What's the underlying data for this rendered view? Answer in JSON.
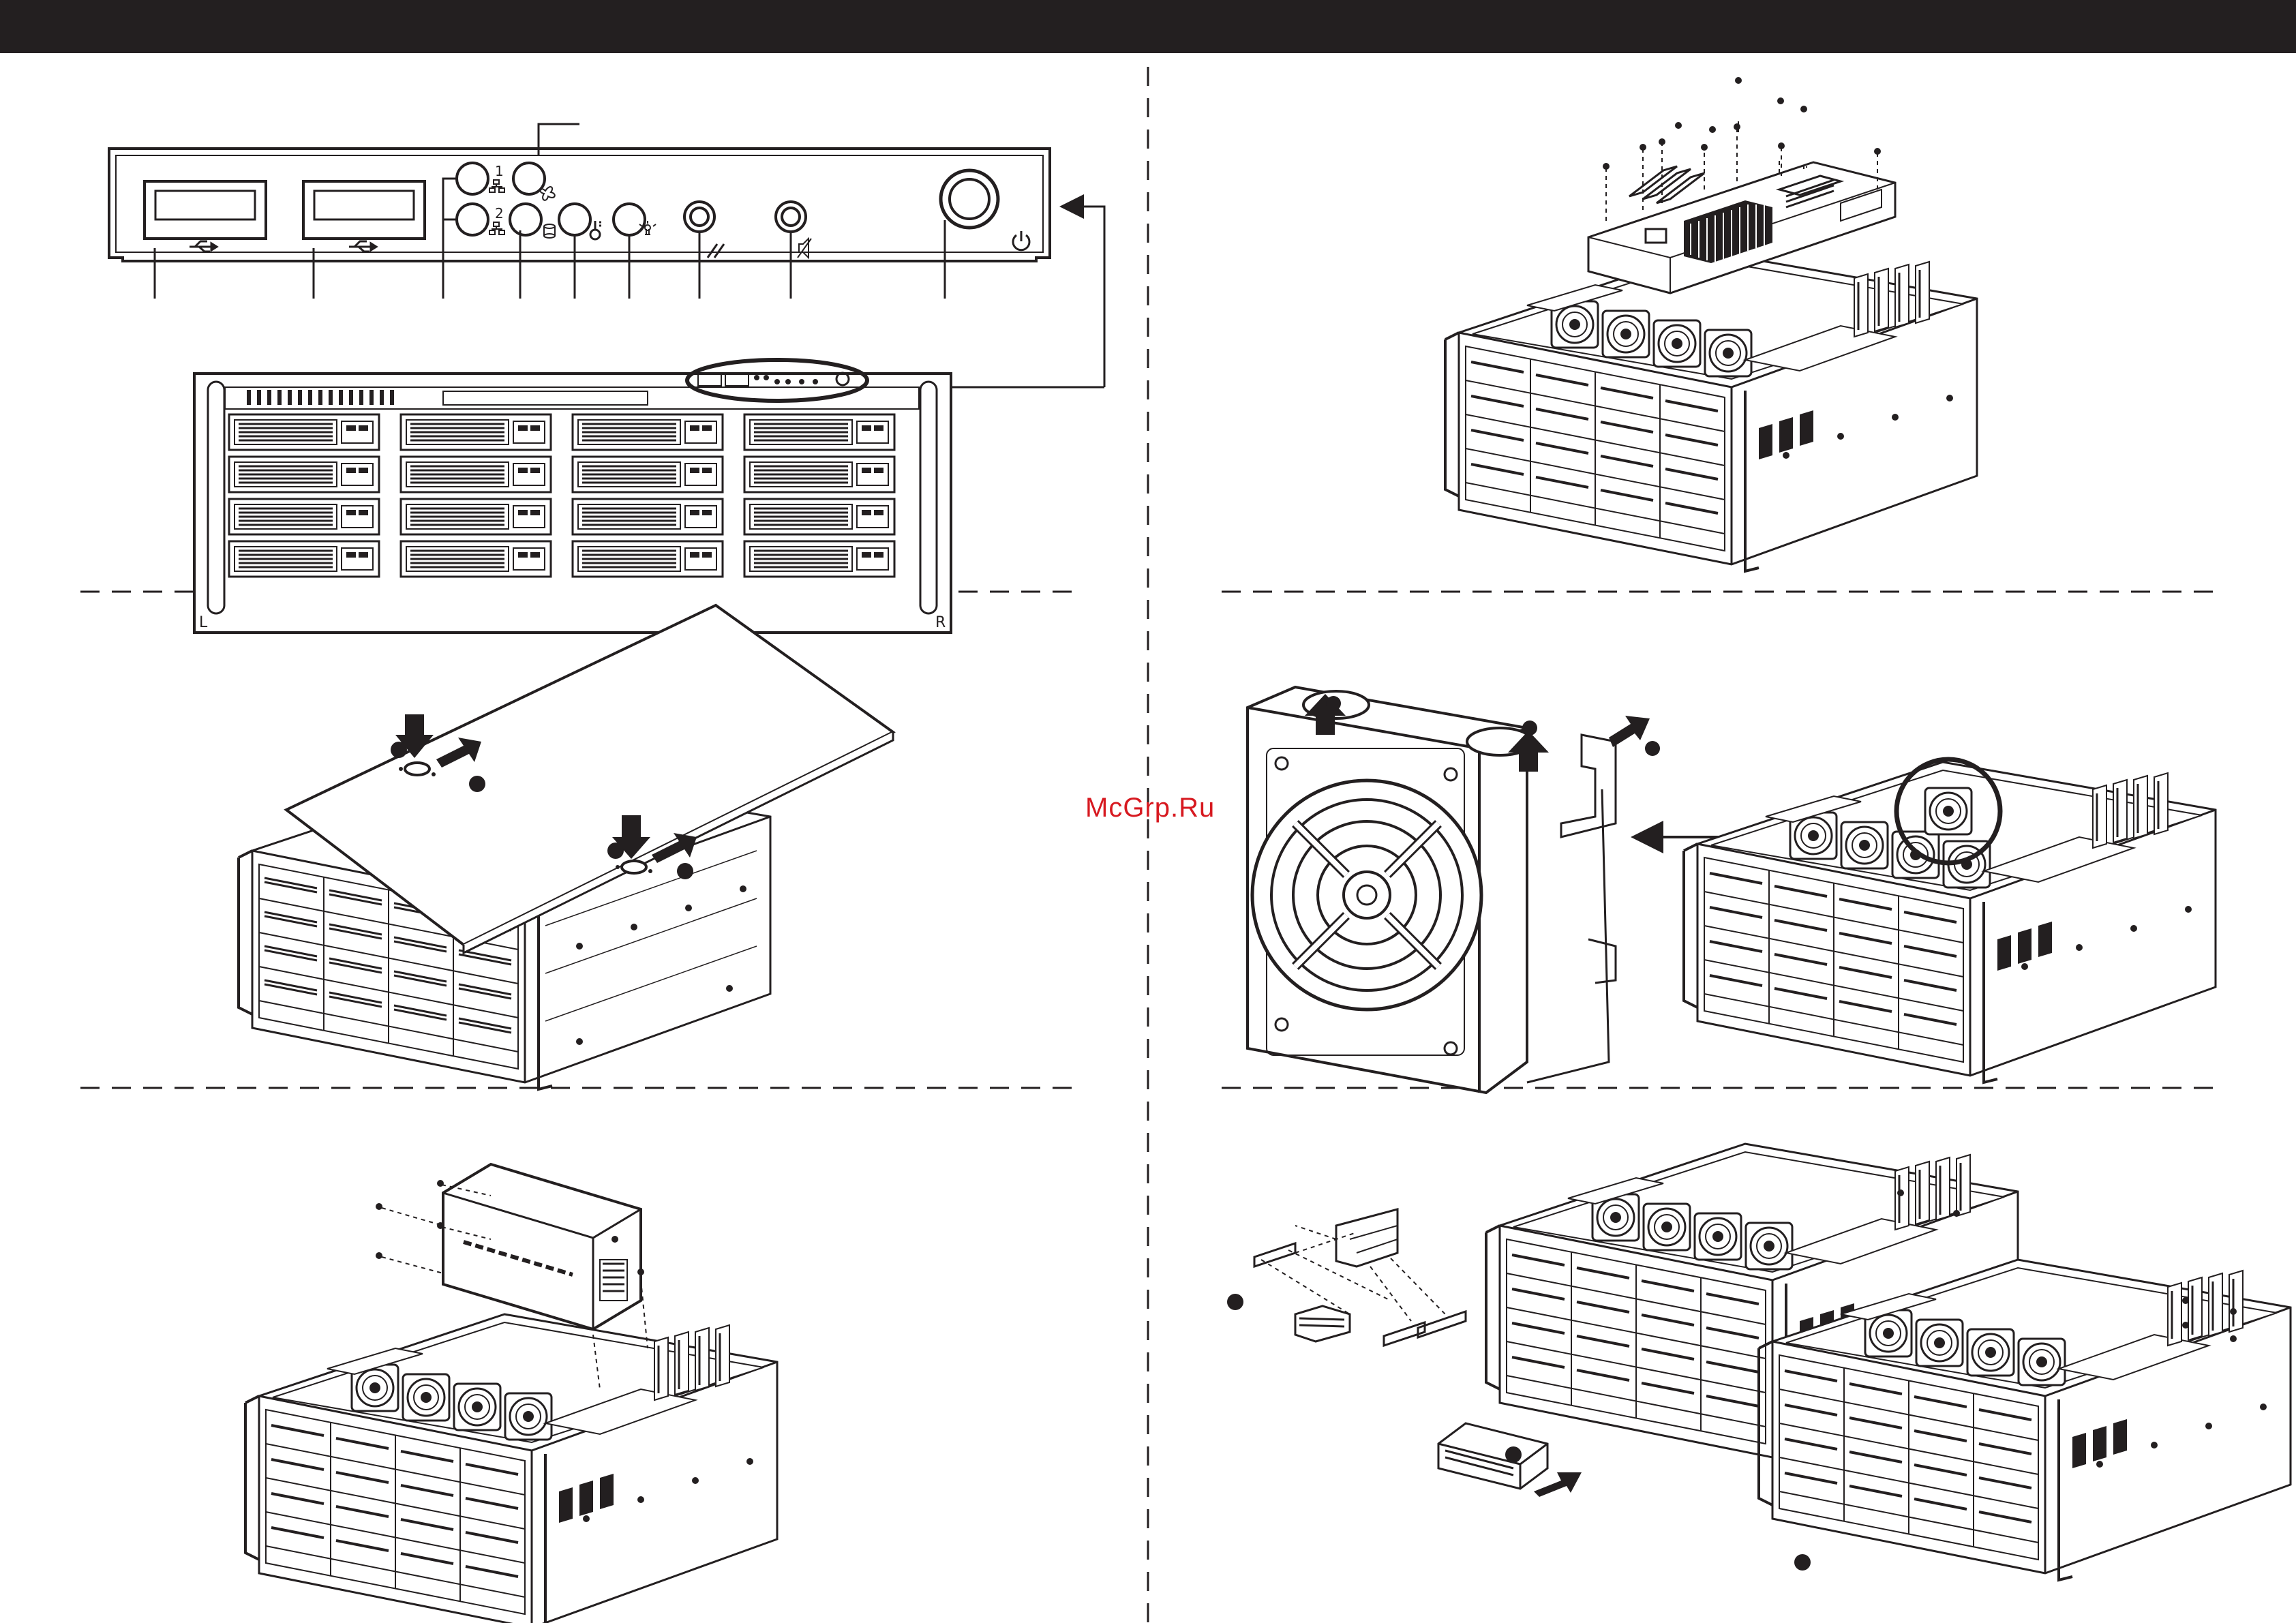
{
  "watermark": "McGrp.Ru",
  "panel_labels": {
    "lan1": "1",
    "lan2": "2",
    "rack_left": "L",
    "rack_right": "R"
  },
  "icons": {
    "usb_port_1": "usb-icon",
    "usb_port_2": "usb-icon",
    "lan1": "network-icon",
    "lan2": "network-icon",
    "system_overheat_fan": "fan-icon",
    "hdd_activity": "hdd-icon",
    "info_led": "temperature-icon",
    "uid": "uid-led-icon",
    "reset": "reset-icon",
    "mute": "mute-icon",
    "power": "power-icon"
  },
  "colors": {
    "ink": "#231f20",
    "watermark": "#d71920",
    "background": "#ffffff"
  }
}
